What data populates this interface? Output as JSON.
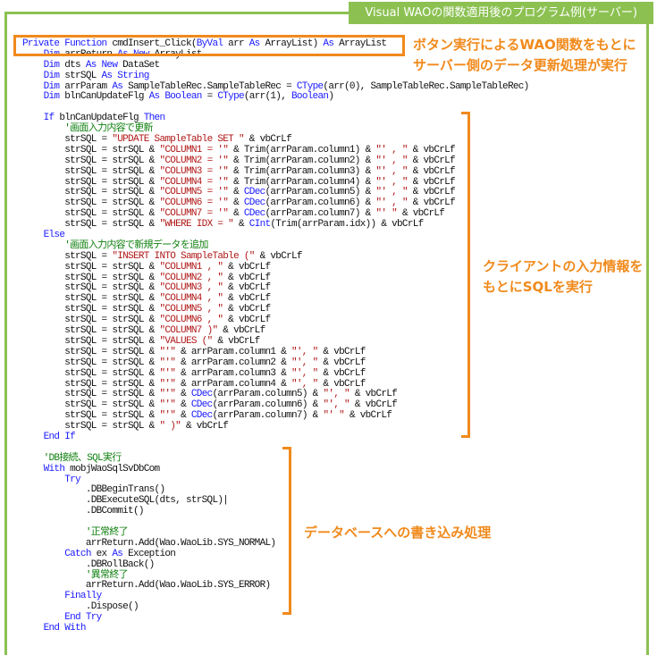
{
  "title": "Visual WAOの関数適用後のプログラム例(サーバー)",
  "annotations": {
    "function_note_line1": "ボタン実行によるWAO関数をもとに",
    "function_note_line2": "サーバー側のデータ更新処理が実行",
    "sql_note_line1": "クライアントの入力情報を",
    "sql_note_line2": "もとにSQLを実行",
    "db_note": "データベースへの書き込み処理"
  },
  "colors": {
    "accent_green": "#8cc152",
    "accent_orange": "#f08a1c",
    "keyword": "#1a1aff",
    "string": "#b01818",
    "comment": "#108010"
  },
  "code_lines": [
    [
      0,
      [
        [
          "k",
          "Private Function "
        ],
        [
          "t",
          "cmdInsert_Click("
        ],
        [
          "k",
          "ByVal "
        ],
        [
          "t",
          "arr "
        ],
        [
          "k",
          "As "
        ],
        [
          "t",
          "ArrayList) "
        ],
        [
          "k",
          "As "
        ],
        [
          "t",
          "ArrayList"
        ]
      ]
    ],
    [
      1,
      [
        [
          "k",
          "Dim "
        ],
        [
          "t",
          "arrReturn "
        ],
        [
          "k",
          "As New "
        ],
        [
          "t",
          "ArrayList"
        ]
      ]
    ],
    [
      1,
      [
        [
          "k",
          "Dim "
        ],
        [
          "t",
          "dts "
        ],
        [
          "k",
          "As New "
        ],
        [
          "t",
          "DataSet"
        ]
      ]
    ],
    [
      1,
      [
        [
          "k",
          "Dim "
        ],
        [
          "t",
          "strSQL "
        ],
        [
          "k",
          "As String"
        ]
      ]
    ],
    [
      1,
      [
        [
          "k",
          "Dim "
        ],
        [
          "t",
          "arrParam "
        ],
        [
          "k",
          "As "
        ],
        [
          "t",
          "SampleTableRec.SampleTableRec = "
        ],
        [
          "k",
          "CType"
        ],
        [
          "t",
          "(arr(0), SampleTableRec.SampleTableRec)"
        ]
      ]
    ],
    [
      1,
      [
        [
          "k",
          "Dim "
        ],
        [
          "t",
          "blnCanUpdateFlg "
        ],
        [
          "k",
          "As Boolean "
        ],
        [
          "t",
          "= "
        ],
        [
          "k",
          "CType"
        ],
        [
          "t",
          "(arr(1), "
        ],
        [
          "k",
          "Boolean"
        ],
        [
          "t",
          ")"
        ]
      ]
    ],
    [
      0,
      []
    ],
    [
      1,
      [
        [
          "k",
          "If "
        ],
        [
          "t",
          "blnCanUpdateFlg "
        ],
        [
          "k",
          "Then"
        ]
      ]
    ],
    [
      2,
      [
        [
          "c",
          "'画面入力内容で更新"
        ]
      ]
    ],
    [
      2,
      [
        [
          "t",
          "strSQL = "
        ],
        [
          "s",
          "\"UPDATE SampleTable SET \""
        ],
        [
          "t",
          " & vbCrLf"
        ]
      ]
    ],
    [
      2,
      [
        [
          "t",
          "strSQL = strSQL & "
        ],
        [
          "s",
          "\"COLUMN1 = '\""
        ],
        [
          "t",
          " & Trim(arrParam.column1) & "
        ],
        [
          "s",
          "\"' , \""
        ],
        [
          "t",
          " & vbCrLf"
        ]
      ]
    ],
    [
      2,
      [
        [
          "t",
          "strSQL = strSQL & "
        ],
        [
          "s",
          "\"COLUMN2 = '\""
        ],
        [
          "t",
          " & Trim(arrParam.column2) & "
        ],
        [
          "s",
          "\"' , \""
        ],
        [
          "t",
          " & vbCrLf"
        ]
      ]
    ],
    [
      2,
      [
        [
          "t",
          "strSQL = strSQL & "
        ],
        [
          "s",
          "\"COLUMN3 = '\""
        ],
        [
          "t",
          " & Trim(arrParam.column3) & "
        ],
        [
          "s",
          "\"' , \""
        ],
        [
          "t",
          " & vbCrLf"
        ]
      ]
    ],
    [
      2,
      [
        [
          "t",
          "strSQL = strSQL & "
        ],
        [
          "s",
          "\"COLUMN4 = '\""
        ],
        [
          "t",
          " & Trim(arrParam.column4) & "
        ],
        [
          "s",
          "\"' , \""
        ],
        [
          "t",
          " & vbCrLf"
        ]
      ]
    ],
    [
      2,
      [
        [
          "t",
          "strSQL = strSQL & "
        ],
        [
          "s",
          "\"COLUMN5 = '\""
        ],
        [
          "t",
          " & "
        ],
        [
          "k",
          "CDec"
        ],
        [
          "t",
          "(arrParam.column5) & "
        ],
        [
          "s",
          "\"' , \""
        ],
        [
          "t",
          " & vbCrLf"
        ]
      ]
    ],
    [
      2,
      [
        [
          "t",
          "strSQL = strSQL & "
        ],
        [
          "s",
          "\"COLUMN6 = '\""
        ],
        [
          "t",
          " & "
        ],
        [
          "k",
          "CDec"
        ],
        [
          "t",
          "(arrParam.column6) & "
        ],
        [
          "s",
          "\"' , \""
        ],
        [
          "t",
          " & vbCrLf"
        ]
      ]
    ],
    [
      2,
      [
        [
          "t",
          "strSQL = strSQL & "
        ],
        [
          "s",
          "\"COLUMN7 = '\""
        ],
        [
          "t",
          " & "
        ],
        [
          "k",
          "CDec"
        ],
        [
          "t",
          "(arrParam.column7) & "
        ],
        [
          "s",
          "\"' \""
        ],
        [
          "t",
          " & vbCrLf"
        ]
      ]
    ],
    [
      2,
      [
        [
          "t",
          "strSQL = strSQL & "
        ],
        [
          "s",
          "\"WHERE IDX = \""
        ],
        [
          "t",
          " & "
        ],
        [
          "k",
          "CInt"
        ],
        [
          "t",
          "(Trim(arrParam.idx)) & vbCrLf"
        ]
      ]
    ],
    [
      1,
      [
        [
          "k",
          "Else"
        ]
      ]
    ],
    [
      2,
      [
        [
          "c",
          "'画面入力内容で新規データを追加"
        ]
      ]
    ],
    [
      2,
      [
        [
          "t",
          "strSQL = "
        ],
        [
          "s",
          "\"INSERT INTO SampleTable (\""
        ],
        [
          "t",
          " & vbCrLf"
        ]
      ]
    ],
    [
      2,
      [
        [
          "t",
          "strSQL = strSQL & "
        ],
        [
          "s",
          "\"COLUMN1 , \""
        ],
        [
          "t",
          " & vbCrLf"
        ]
      ]
    ],
    [
      2,
      [
        [
          "t",
          "strSQL = strSQL & "
        ],
        [
          "s",
          "\"COLUMN2 , \""
        ],
        [
          "t",
          " & vbCrLf"
        ]
      ]
    ],
    [
      2,
      [
        [
          "t",
          "strSQL = strSQL & "
        ],
        [
          "s",
          "\"COLUMN3 , \""
        ],
        [
          "t",
          " & vbCrLf"
        ]
      ]
    ],
    [
      2,
      [
        [
          "t",
          "strSQL = strSQL & "
        ],
        [
          "s",
          "\"COLUMN4 , \""
        ],
        [
          "t",
          " & vbCrLf"
        ]
      ]
    ],
    [
      2,
      [
        [
          "t",
          "strSQL = strSQL & "
        ],
        [
          "s",
          "\"COLUMN5 , \""
        ],
        [
          "t",
          " & vbCrLf"
        ]
      ]
    ],
    [
      2,
      [
        [
          "t",
          "strSQL = strSQL & "
        ],
        [
          "s",
          "\"COLUMN6 , \""
        ],
        [
          "t",
          " & vbCrLf"
        ]
      ]
    ],
    [
      2,
      [
        [
          "t",
          "strSQL = strSQL & "
        ],
        [
          "s",
          "\"COLUMN7 )\""
        ],
        [
          "t",
          " & vbCrLf"
        ]
      ]
    ],
    [
      2,
      [
        [
          "t",
          "strSQL = strSQL & "
        ],
        [
          "s",
          "\"VALUES (\""
        ],
        [
          "t",
          " & vbCrLf"
        ]
      ]
    ],
    [
      2,
      [
        [
          "t",
          "strSQL = strSQL & "
        ],
        [
          "s",
          "\"'\""
        ],
        [
          "t",
          " & arrParam.column1 & "
        ],
        [
          "s",
          "\"', \""
        ],
        [
          "t",
          " & vbCrLf"
        ]
      ]
    ],
    [
      2,
      [
        [
          "t",
          "strSQL = strSQL & "
        ],
        [
          "s",
          "\"'\""
        ],
        [
          "t",
          " & arrParam.column2 & "
        ],
        [
          "s",
          "\"', \""
        ],
        [
          "t",
          " & vbCrLf"
        ]
      ]
    ],
    [
      2,
      [
        [
          "t",
          "strSQL = strSQL & "
        ],
        [
          "s",
          "\"'\""
        ],
        [
          "t",
          " & arrParam.column3 & "
        ],
        [
          "s",
          "\"', \""
        ],
        [
          "t",
          " & vbCrLf"
        ]
      ]
    ],
    [
      2,
      [
        [
          "t",
          "strSQL = strSQL & "
        ],
        [
          "s",
          "\"'\""
        ],
        [
          "t",
          " & arrParam.column4 & "
        ],
        [
          "s",
          "\"', \""
        ],
        [
          "t",
          " & vbCrLf"
        ]
      ]
    ],
    [
      2,
      [
        [
          "t",
          "strSQL = strSQL & "
        ],
        [
          "s",
          "\"'\""
        ],
        [
          "t",
          " & "
        ],
        [
          "k",
          "CDec"
        ],
        [
          "t",
          "(arrParam.column5) & "
        ],
        [
          "s",
          "\"', \""
        ],
        [
          "t",
          " & vbCrLf"
        ]
      ]
    ],
    [
      2,
      [
        [
          "t",
          "strSQL = strSQL & "
        ],
        [
          "s",
          "\"'\""
        ],
        [
          "t",
          " & "
        ],
        [
          "k",
          "CDec"
        ],
        [
          "t",
          "(arrParam.column6) & "
        ],
        [
          "s",
          "\"', \""
        ],
        [
          "t",
          " & vbCrLf"
        ]
      ]
    ],
    [
      2,
      [
        [
          "t",
          "strSQL = strSQL & "
        ],
        [
          "s",
          "\"'\""
        ],
        [
          "t",
          " & "
        ],
        [
          "k",
          "CDec"
        ],
        [
          "t",
          "(arrParam.column7) & "
        ],
        [
          "s",
          "\"' \""
        ],
        [
          "t",
          " & vbCrLf"
        ]
      ]
    ],
    [
      2,
      [
        [
          "t",
          "strSQL = strSQL & "
        ],
        [
          "s",
          "\" )\""
        ],
        [
          "t",
          " & vbCrLf"
        ]
      ]
    ],
    [
      1,
      [
        [
          "k",
          "End If"
        ]
      ]
    ],
    [
      0,
      []
    ],
    [
      1,
      [
        [
          "c",
          "'DB接続、SQL実行"
        ]
      ]
    ],
    [
      1,
      [
        [
          "k",
          "With "
        ],
        [
          "t",
          "mobjWaoSqlSvDbCom"
        ]
      ]
    ],
    [
      2,
      [
        [
          "k",
          "Try"
        ]
      ]
    ],
    [
      3,
      [
        [
          "t",
          ".DBBeginTrans()"
        ]
      ]
    ],
    [
      3,
      [
        [
          "t",
          ".DBExecuteSQL(dts, strSQL)|"
        ]
      ]
    ],
    [
      3,
      [
        [
          "t",
          ".DBCommit()"
        ]
      ]
    ],
    [
      0,
      []
    ],
    [
      3,
      [
        [
          "c",
          "'正常終了"
        ]
      ]
    ],
    [
      3,
      [
        [
          "t",
          "arrReturn.Add(Wao.WaoLib.SYS_NORMAL)"
        ]
      ]
    ],
    [
      2,
      [
        [
          "k",
          "Catch "
        ],
        [
          "t",
          "ex "
        ],
        [
          "k",
          "As "
        ],
        [
          "t",
          "Exception"
        ]
      ]
    ],
    [
      3,
      [
        [
          "t",
          ".DBRollBack()"
        ]
      ]
    ],
    [
      3,
      [
        [
          "c",
          "'異常終了"
        ]
      ]
    ],
    [
      3,
      [
        [
          "t",
          "arrReturn.Add(Wao.WaoLib.SYS_ERROR)"
        ]
      ]
    ],
    [
      2,
      [
        [
          "k",
          "Finally"
        ]
      ]
    ],
    [
      3,
      [
        [
          "t",
          ".Dispose()"
        ]
      ]
    ],
    [
      2,
      [
        [
          "k",
          "End Try"
        ]
      ]
    ],
    [
      1,
      [
        [
          "k",
          "End With"
        ]
      ]
    ]
  ]
}
